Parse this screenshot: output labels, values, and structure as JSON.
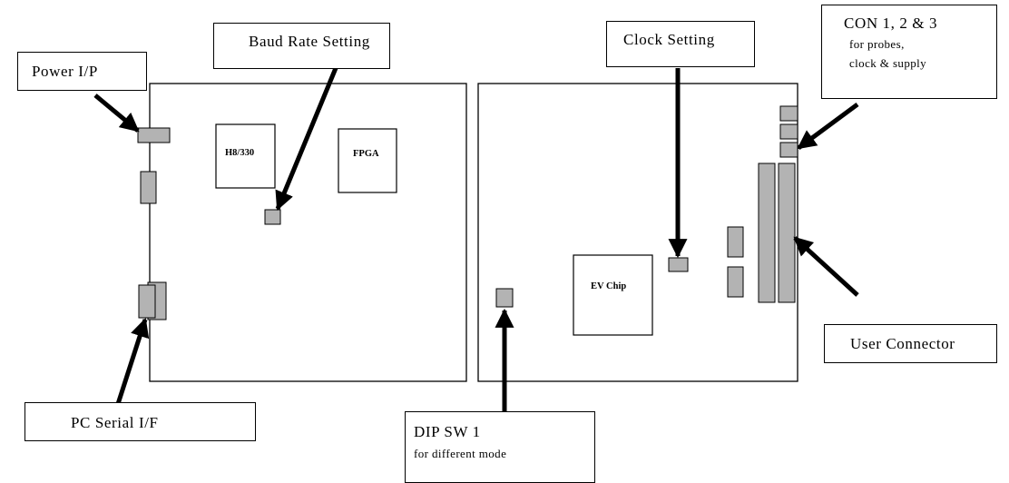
{
  "boards": {
    "left": {
      "chips": {
        "h8": "H8/330",
        "fpga": "FPGA"
      }
    },
    "right": {
      "chips": {
        "ev": "EV Chip"
      }
    }
  },
  "callouts": {
    "power": {
      "title": "Power I/P"
    },
    "baud": {
      "title": "Baud Rate Setting"
    },
    "serial": {
      "title": "PC Serial I/F"
    },
    "clock": {
      "title": "Clock Setting"
    },
    "con": {
      "title": "CON 1, 2 & 3",
      "line1": "for probes,",
      "line2": "clock & supply"
    },
    "user": {
      "title": "User Connector"
    },
    "dip": {
      "title": "DIP SW 1",
      "sub": "for different mode"
    }
  },
  "colors": {
    "component_fill": "#b3b3b3",
    "stroke": "#000000",
    "background": "#ffffff"
  }
}
